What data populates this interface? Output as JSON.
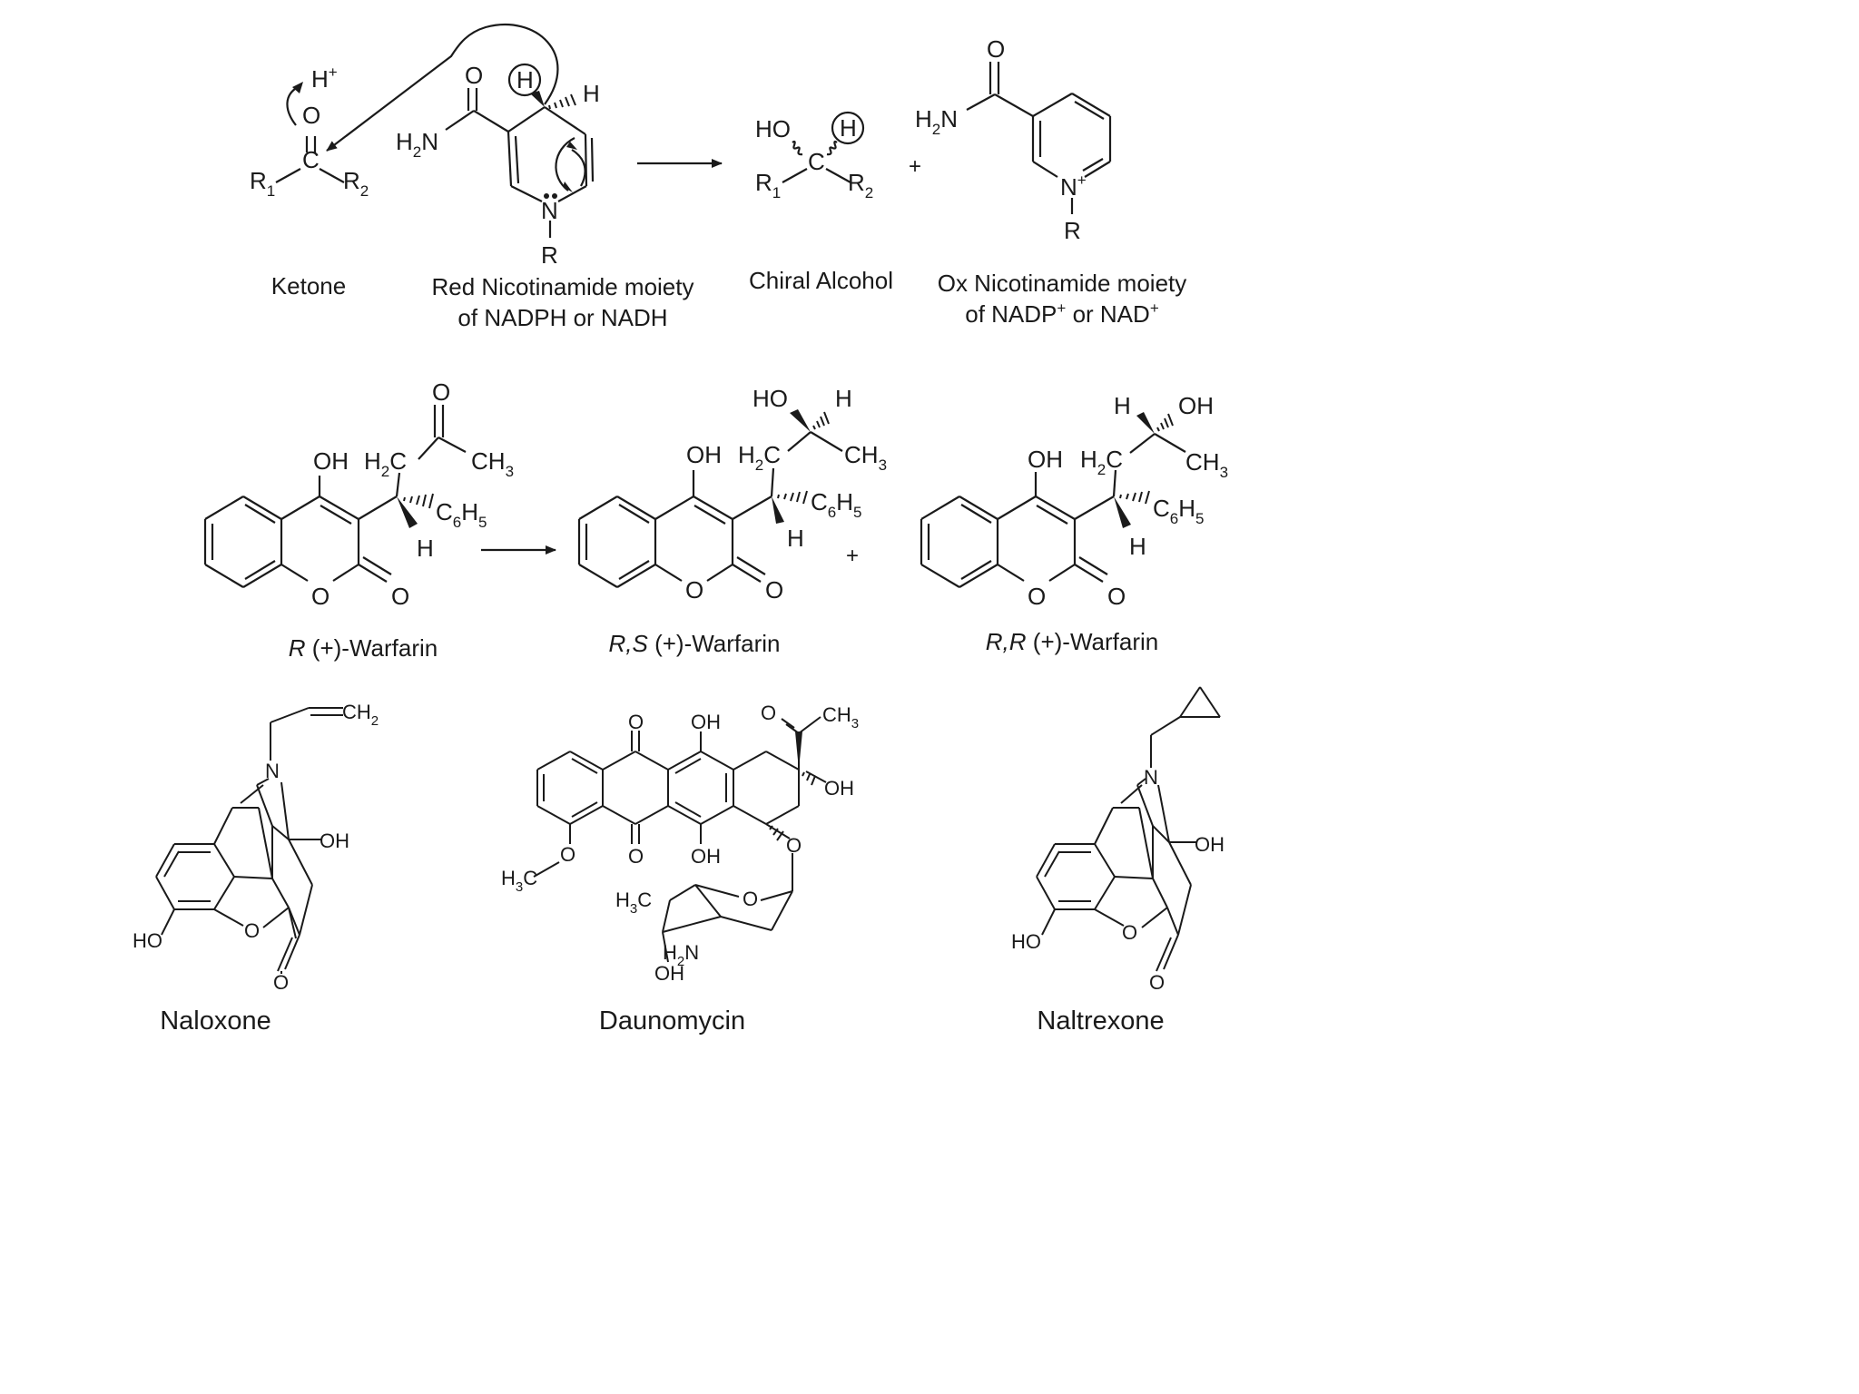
{
  "reaction1": {
    "ketone": {
      "atoms": {
        "H": "H",
        "plus": "+",
        "O": "O",
        "C": "C",
        "R": "R",
        "sub1": "1",
        "sub2": "2"
      },
      "caption": "Ketone"
    },
    "red_nicotinamide": {
      "atoms": {
        "O": "O",
        "H2N_H": "H",
        "H2N_2": "2",
        "H2N_N": "N",
        "H_circled": "H",
        "H": "H",
        "N": "N",
        "R": "R"
      },
      "caption_line1": "Red Nicotinamide moiety",
      "caption_line2": "of NADPH or NADH"
    },
    "chiral_alcohol": {
      "atoms": {
        "HO": "HO",
        "H_circled": "H",
        "C": "C",
        "R": "R",
        "sub1": "1",
        "sub2": "2"
      },
      "caption": "Chiral Alcohol"
    },
    "plus_sign": "+",
    "ox_nicotinamide": {
      "atoms": {
        "O": "O",
        "H2N_H": "H",
        "H2N_2": "2",
        "H2N_N": "N",
        "N": "N",
        "plus": "+",
        "R": "R"
      },
      "caption_line1": "Ox Nicotinamide moiety",
      "caption_line2_a": "of NADP",
      "caption_line2_sup1": "+",
      "caption_line2_b": " or NAD",
      "caption_line2_sup2": "+"
    }
  },
  "reaction2": {
    "common": {
      "OH": "OH",
      "H": "H",
      "C": "C",
      "sub2": "2",
      "O": "O",
      "CH": "CH",
      "sub3": "3",
      "C6": "C",
      "sub6": "6",
      "sub5": "5"
    },
    "r_warfarin": {
      "caption_italic": "R",
      "caption_rest": " (+)-Warfarin"
    },
    "rs_warfarin": {
      "atoms": {
        "HO": "HO",
        "H": "H"
      },
      "caption_italic": "R,S",
      "caption_rest": " (+)-Warfarin"
    },
    "plus_sign": "+",
    "rr_warfarin": {
      "atoms": {
        "H": "H",
        "OH": "OH"
      },
      "caption_italic": "R,R",
      "caption_rest": " (+)-Warfarin"
    }
  },
  "row3": {
    "naloxone": {
      "atoms": {
        "CH": "CH",
        "sub2": "2",
        "N": "N",
        "OH": "OH",
        "HO": "HO",
        "O": "O"
      },
      "caption": "Naloxone"
    },
    "daunomycin": {
      "atoms": {
        "O": "O",
        "OH": "OH",
        "CH": "CH",
        "sub3": "3",
        "H": "H",
        "C": "C",
        "N": "N",
        "sub2": "2"
      },
      "caption": "Daunomycin"
    },
    "naltrexone": {
      "atoms": {
        "N": "N",
        "OH": "OH",
        "HO": "HO",
        "O": "O"
      },
      "caption": "Naltrexone"
    }
  }
}
